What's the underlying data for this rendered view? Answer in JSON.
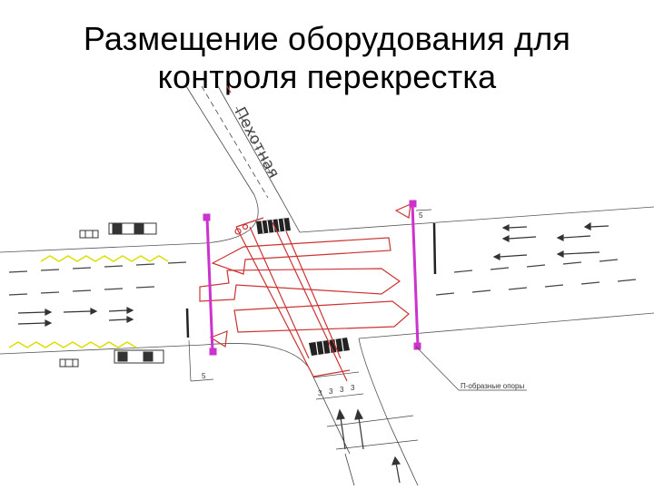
{
  "title": {
    "line1": "Размещение оборудования для",
    "line2": "контроля перекрестка"
  },
  "labels": {
    "street_name": "Пехотная",
    "support_caption": "П-образные опоры",
    "dim_top": "5",
    "dim_bottom": "5",
    "dim_row": [
      "3",
      "3",
      "3",
      "3"
    ]
  },
  "colors": {
    "road_lines": "#444444",
    "equipment": "#cc3333",
    "supports": "#cc33cc",
    "markings": "#dddd00",
    "background": "#ffffff"
  }
}
